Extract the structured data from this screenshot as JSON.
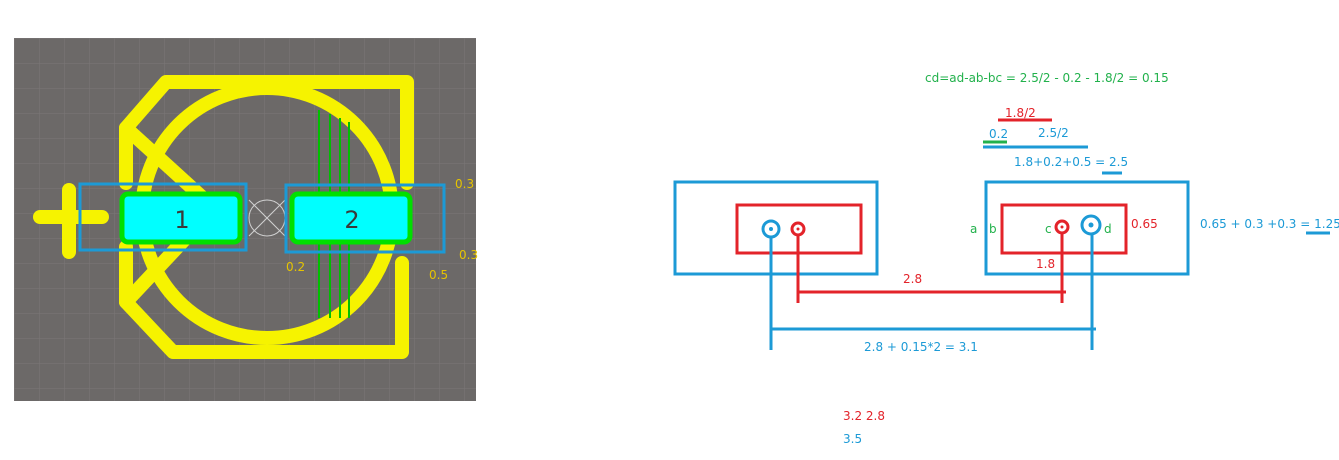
{
  "colors": {
    "board": "#6c6968",
    "grid": "#7b7877",
    "silk": "#f6f300",
    "pad": "#00ffff",
    "pad_outline": "#00e000",
    "blue": "#1c9ad6",
    "red": "#e3232a",
    "green": "#22b14c"
  },
  "pcb": {
    "pad1_label": "1",
    "pad2_label": "2",
    "dim_03_top": "0.3",
    "dim_03_bottom": "0.3",
    "dim_02": "0.2",
    "dim_05": "0.5"
  },
  "sketch": {
    "formula_cd": "cd=ad-ab-bc = 2.5/2 - 0.2 - 1.8/2 = 0.15",
    "half_18": "1.8/2",
    "val_02": "0.2",
    "half_25": "2.5/2",
    "sum_25": "1.8+0.2+0.5 = 2.5",
    "label_a": "a",
    "label_b": "b",
    "label_c": "c",
    "label_d": "d",
    "val_065": "0.65",
    "sum_125": "0.65 + 0.3 +0.3 = 1.25",
    "val_18": "1.8",
    "val_28": "2.8",
    "sum_31": "2.8 + 0.15*2 = 3.1",
    "note_red": "3.2 2.8",
    "note_blue": "3.5"
  }
}
